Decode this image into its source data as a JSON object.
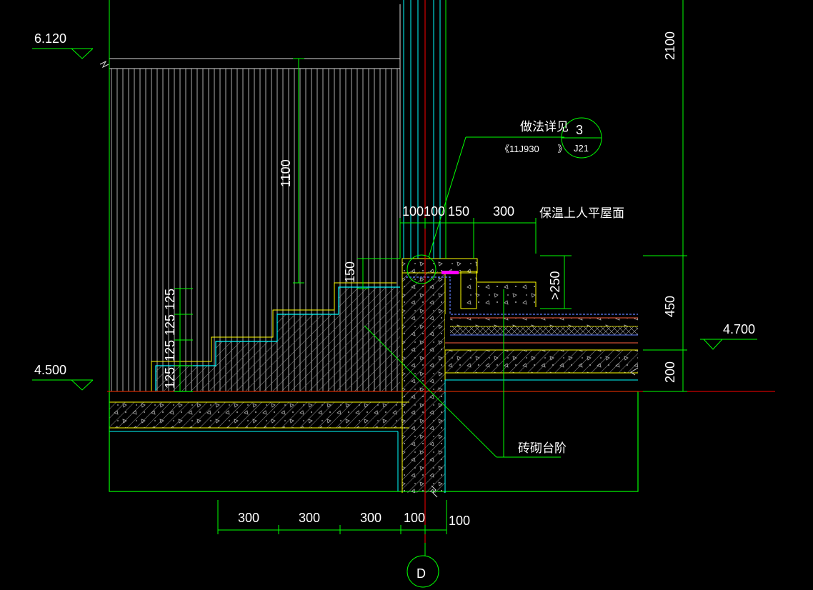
{
  "colors": {
    "background": "#000000",
    "outline": "#00ff00",
    "cyan": "#00ffff",
    "yellow": "#ffff00",
    "red": "#ff0000",
    "magenta": "#ff00ff",
    "hatch": "#b0b0b0",
    "text": "#ffffff"
  },
  "elevations": {
    "top_left": "6.120",
    "left": "4.500",
    "right": "4.700"
  },
  "annotations": {
    "detail_ref_text": "做法详见",
    "detail_ref_doc": "《11J930　　》",
    "detail_ref_no": "3",
    "detail_ref_sheet": "J21",
    "roof_label": "保温上人平屋面",
    "step_label": "砖砌台阶",
    "axis_label": "D"
  },
  "dimensions": {
    "rail_height": "1100",
    "step_150": "150",
    "riser": [
      "125",
      "125",
      "125",
      "125"
    ],
    "top_row": [
      "100",
      "100",
      "150",
      "300"
    ],
    "min_250": ">250",
    "right_col": [
      "2100",
      "450",
      "200"
    ],
    "bottom_row": [
      "300",
      "300",
      "300",
      "100",
      "100"
    ]
  }
}
